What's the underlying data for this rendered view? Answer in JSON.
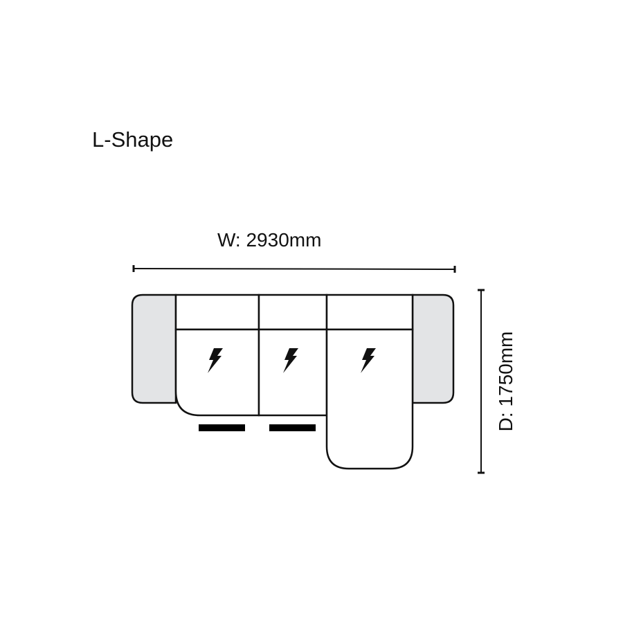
{
  "title": "L-Shape",
  "dimensions": {
    "width_label": "W: 2930mm",
    "depth_label": "D: 1750mm",
    "width_mm": 2930,
    "depth_mm": 1750
  },
  "layout": {
    "components": [
      {
        "name": "left-arm",
        "type": "armrest"
      },
      {
        "name": "seat-1",
        "type": "power-recliner-seat",
        "icon": "lightning-bolt-icon"
      },
      {
        "name": "seat-2",
        "type": "power-recliner-seat",
        "icon": "lightning-bolt-icon"
      },
      {
        "name": "chaise",
        "type": "power-chaise",
        "icon": "lightning-bolt-icon"
      },
      {
        "name": "right-arm",
        "type": "armrest"
      }
    ],
    "footrest_bars": 2
  },
  "colors": {
    "line": "#111111",
    "arm_fill": "#e3e4e6",
    "seat_fill": "#ffffff",
    "bar_fill": "#000000"
  }
}
